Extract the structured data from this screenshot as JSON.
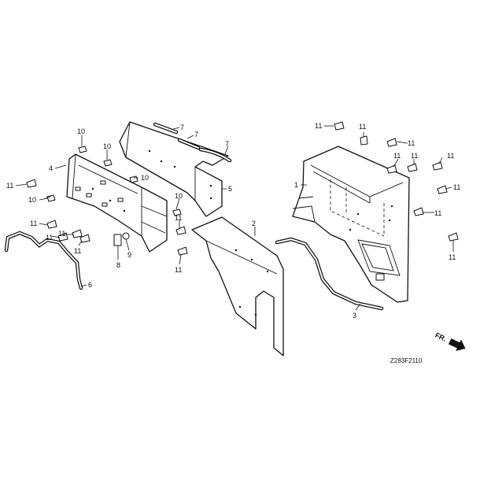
{
  "diagram_code": "Z283F2110",
  "direction_label": "FR.",
  "callouts": {
    "c1": "1",
    "c2": "2",
    "c3": "3",
    "c4": "4",
    "c5": "5",
    "c6": "6",
    "c7": "7",
    "c8": "8",
    "c9": "9",
    "c10": "10",
    "c11": "11"
  }
}
